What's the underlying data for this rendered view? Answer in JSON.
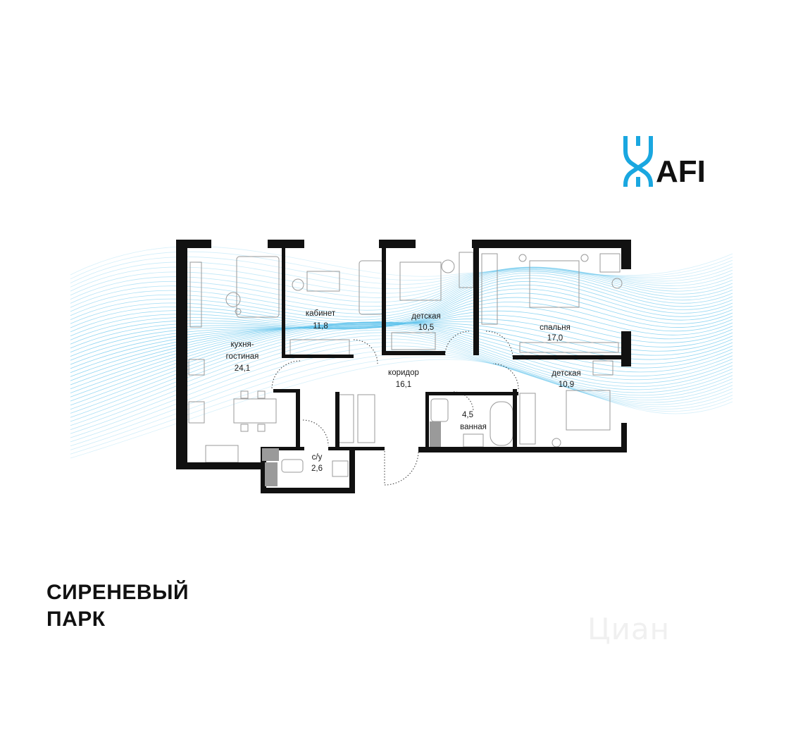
{
  "brand": {
    "logo_text": "AFI",
    "logo_color": "#1aa7e0",
    "text_color": "#111111"
  },
  "project": {
    "title_line1": "СИРЕНЕВЫЙ",
    "title_line2": "ПАРК"
  },
  "watermark": "Циан",
  "rooms": {
    "kitchen_name_1": "кухня-",
    "kitchen_name_2": "гостиная",
    "kitchen_area": "24,1",
    "study_name": "кабинет",
    "study_area": "11,8",
    "kids1_name": "детская",
    "kids1_area": "10,5",
    "bedroom_name": "спальня",
    "bedroom_area": "17,0",
    "corridor_name": "коридор",
    "corridor_area": "16,1",
    "kids2_name": "детская",
    "kids2_area": "10,9",
    "bath_area": "4,5",
    "bath_name": "ванная",
    "wc_name": "с/у",
    "wc_area": "2,6"
  },
  "colors": {
    "wall": "#111111",
    "furniture": "#9a9a9a",
    "wave": "#5fc3ec",
    "column": "#9a9a9a"
  }
}
